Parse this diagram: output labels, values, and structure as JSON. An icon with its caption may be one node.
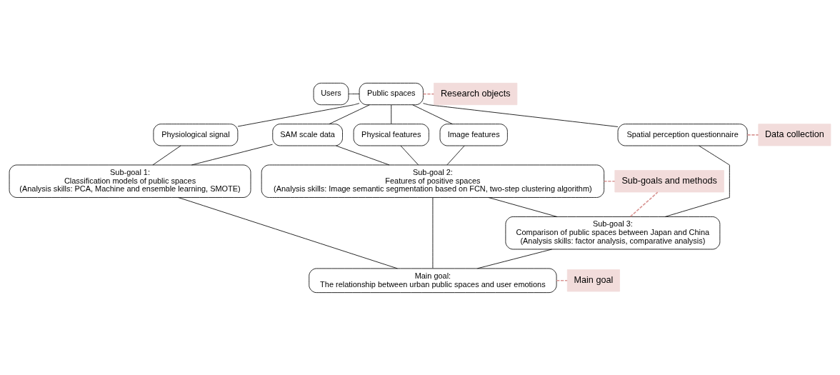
{
  "diagram": {
    "nodes": [
      {
        "text": [
          "Users"
        ]
      },
      {
        "text": [
          "Public spaces"
        ]
      },
      {
        "text": [
          "Physiological signal"
        ]
      },
      {
        "text": [
          "SAM scale data"
        ]
      },
      {
        "text": [
          "Physical features"
        ]
      },
      {
        "text": [
          "Image features"
        ]
      },
      {
        "text": [
          "Spatial perception questionnaire"
        ]
      },
      {
        "text": [
          "Sub-goal 1:",
          "Classification models of public spaces",
          "(Analysis skills: PCA, Machine and ensemble learning, SMOTE)"
        ]
      },
      {
        "text": [
          "Sub-goal 2:",
          "Features of positive spaces",
          "(Analysis skills: Image semantic segmentation based on FCN, two-step clustering algorithm)"
        ]
      },
      {
        "text": [
          "Sub-goal 3:",
          "Comparison of public spaces between Japan and China",
          "(Analysis skills: factor analysis, comparative analysis)"
        ]
      },
      {
        "text": [
          "Main goal:",
          "The relationship between urban public spaces and user emotions"
        ]
      },
      {
        "text": [
          "Research objects"
        ]
      },
      {
        "text": [
          "Data collection"
        ]
      },
      {
        "text": [
          "Sub-goals and methods"
        ]
      },
      {
        "text": [
          "Main goal"
        ]
      }
    ],
    "edges": [
      {
        "from": 0,
        "to": 1,
        "arrow": "none"
      },
      {
        "from": 1,
        "to": 2,
        "arrow": "none"
      },
      {
        "from": 1,
        "to": 3,
        "arrow": "none"
      },
      {
        "from": 1,
        "to": 4,
        "arrow": "none"
      },
      {
        "from": 1,
        "to": 5,
        "arrow": "none"
      },
      {
        "from": 1,
        "to": 6,
        "arrow": "none"
      },
      {
        "from": 2,
        "to": 7,
        "arrow": "none"
      },
      {
        "from": 3,
        "to": 7,
        "arrow": "none"
      },
      {
        "from": 3,
        "to": 8,
        "arrow": "none"
      },
      {
        "from": 4,
        "to": 8,
        "arrow": "none"
      },
      {
        "from": 5,
        "to": 8,
        "arrow": "none"
      },
      {
        "from": 7,
        "to": 10,
        "arrow": "none"
      },
      {
        "from": 8,
        "to": 10,
        "arrow": "none"
      },
      {
        "from": 8,
        "to": 9,
        "arrow": "none"
      },
      {
        "from": 6,
        "to": 9,
        "arrow": "none"
      },
      {
        "from": 9,
        "to": 10,
        "arrow": "none"
      },
      {
        "from": 1,
        "to": 11,
        "arrow": "none",
        "style": "dashed",
        "color": "#d99694"
      },
      {
        "from": 6,
        "to": 12,
        "arrow": "none",
        "style": "dashed",
        "color": "#d99694"
      },
      {
        "from": 8,
        "to": 13,
        "arrow": "none",
        "style": "dashed",
        "color": "#d99694"
      },
      {
        "from": 9,
        "to": 13,
        "arrow": "none",
        "style": "dashed",
        "color": "#d99694"
      },
      {
        "from": 10,
        "to": 14,
        "arrow": "none",
        "style": "dashed",
        "color": "#d99694"
      }
    ]
  }
}
